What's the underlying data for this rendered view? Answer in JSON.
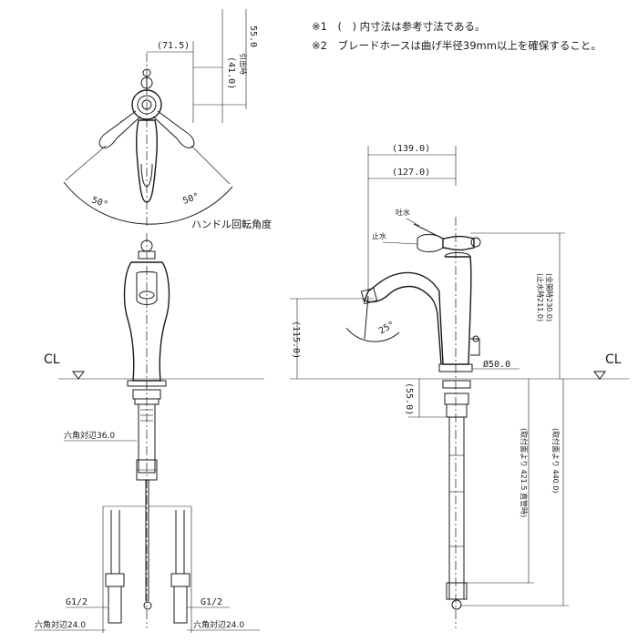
{
  "notes": {
    "note1": "※1　(　) 内寸法は参考寸法である。",
    "note2": "※2　ブレードホースは曲げ半径39mm以上を確保すること。"
  },
  "left_view": {
    "dim_top": "55.0",
    "dim_top_label": "引出時",
    "dim_offset": "(71.5)",
    "dim_height": "(41.0)",
    "angle_left": "50°",
    "angle_right": "50°",
    "rotation_caption": "ハンドル回転角度",
    "cl_label": "CL",
    "hex_main": "六角対辺36.0",
    "g_left": "G1/2",
    "g_right": "G1/2",
    "hex_left": "六角対辺24.0",
    "hex_right": "六角対辺24.0"
  },
  "right_view": {
    "dim_139": "(139.0)",
    "dim_127": "(127.0)",
    "label_toshui": "吐水",
    "label_shisui": "止水",
    "dim_230": "(全開時230.0)",
    "dim_211": "(止水時211.0)",
    "dim_115": "(115.0)",
    "angle_25": "25°",
    "cl_label": "CL",
    "dim_50": "Ø50.0",
    "dim_55": "(55.0)",
    "dim_4215": "(取付面より 421.5 直管時)",
    "dim_440": "(取付面より 440.0)"
  }
}
